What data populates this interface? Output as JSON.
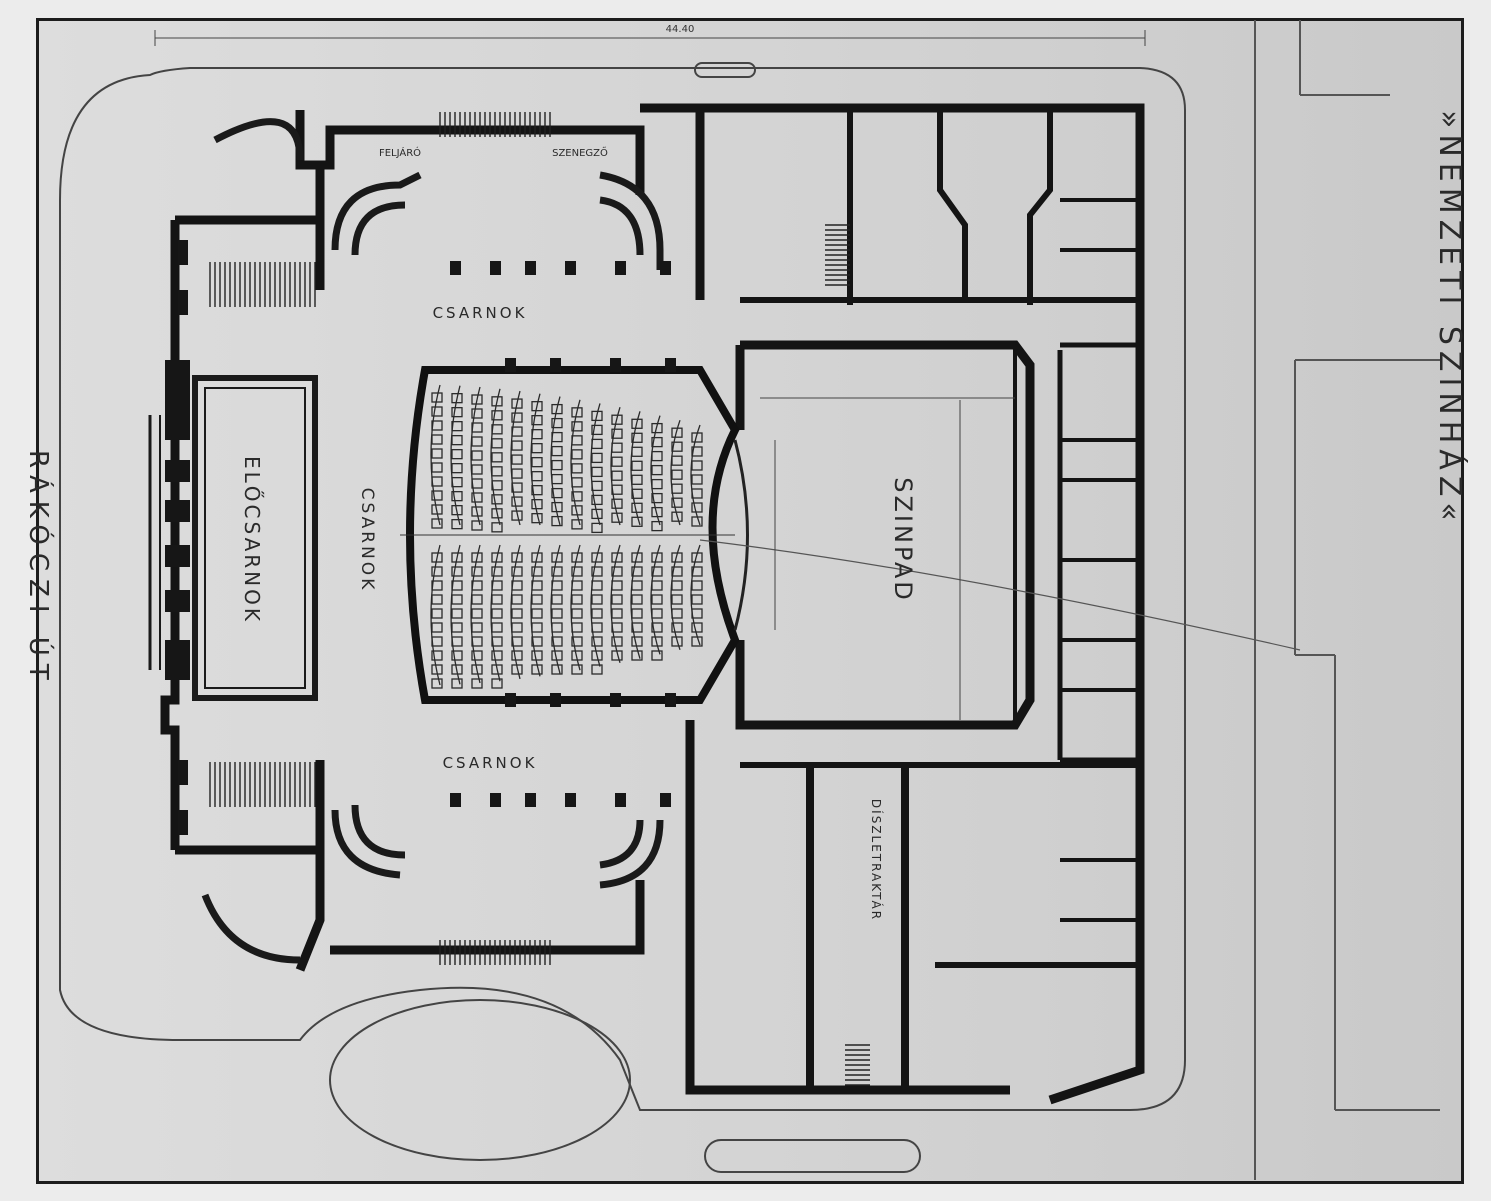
{
  "title": "»NEMZETI SZINHÁZ«",
  "street": "RÁKÓCZI ÚT",
  "rooms": {
    "stage": "SZINPAD",
    "lobby_center": "CSARNOK",
    "lobby_top": "CSARNOK",
    "lobby_bottom": "CSARNOK",
    "vestibule": "ELŐCSARNOK",
    "stair_top_left": "FELJÁRÓ",
    "stair_top_right": "SZENEGZŐ",
    "side_stage": "DÍSZLETRAKTÁR"
  },
  "scale_note": "44.40",
  "colors": {
    "ink": "#1a1a1a",
    "paper": "#d6d6d6"
  }
}
